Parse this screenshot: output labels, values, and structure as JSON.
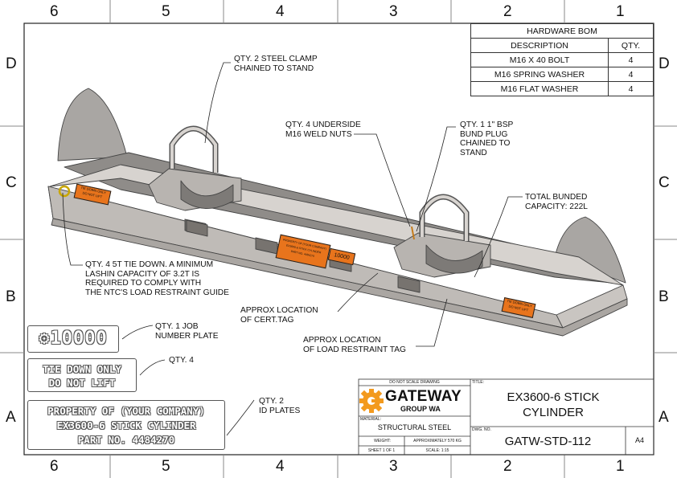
{
  "zones": {
    "top": [
      "6",
      "5",
      "4",
      "3",
      "2",
      "1"
    ],
    "bottom": [
      "6",
      "5",
      "4",
      "3",
      "2",
      "1"
    ],
    "left": [
      "D",
      "C",
      "B",
      "A"
    ],
    "right": [
      "D",
      "C",
      "B",
      "A"
    ]
  },
  "bom": {
    "title": "HARDWARE BOM",
    "headers": [
      "DESCRIPTION",
      "QTY."
    ],
    "rows": [
      {
        "desc": "M16 X 40 BOLT",
        "qty": "4"
      },
      {
        "desc": "M16 SPRING WASHER",
        "qty": "4"
      },
      {
        "desc": "M16 FLAT WASHER",
        "qty": "4"
      }
    ]
  },
  "callouts": {
    "clamp": [
      "QTY. 2 STEEL CLAMP",
      "CHAINED TO STAND"
    ],
    "weld_nuts": [
      "QTY. 4 UNDERSIDE",
      "M16 WELD NUTS"
    ],
    "bsp_plug": [
      "QTY. 1 1\" BSP",
      "BUND PLUG",
      "CHAINED TO",
      "STAND"
    ],
    "bunded": [
      "TOTAL BUNDED",
      "CAPACITY: 222L"
    ],
    "tie_down": [
      "QTY. 4 5T TIE DOWN. A MINIMUM",
      "LASHIN CAPACITY OF 3.2T IS",
      "REQUIRED TO COMPLY WITH",
      "THE NTC'S LOAD RESTRAINT GUIDE"
    ],
    "cert_tag": [
      "APPROX LOCATION",
      "OF CERT.TAG"
    ],
    "restraint_tag": [
      "APPROX LOCATION",
      "OF LOAD RESTRAINT TAG"
    ],
    "job_plate": [
      "QTY. 1 JOB",
      "NUMBER PLATE"
    ],
    "tie_plate_qty": [
      "QTY. 4"
    ],
    "id_plates": [
      "QTY. 2",
      "ID PLATES"
    ]
  },
  "model_labels": {
    "tie_down": [
      "TIE DOWN ONLY",
      "DO NOT LIFT"
    ],
    "property": [
      "PROPERTY OF (YOUR COMPANY)",
      "EX3600-6 STICK CYLINDER",
      "PART NO. 4484270"
    ],
    "job": "10000"
  },
  "plates": {
    "job_number": "10000",
    "tie_down": [
      "TIE DOWN ONLY",
      "DO NOT LIFT"
    ],
    "id": [
      "PROPERTY OF (YOUR COMPANY)",
      "EX3600-6 STICK CYLINDER",
      "PART NO. 4484270"
    ]
  },
  "title_block": {
    "do_not_scale": "DO NOT SCALE DRAWING",
    "company": "GATEWAY",
    "group": "GROUP WA",
    "material_label": "MATERIAL:",
    "material": "STRUCTURAL STEEL",
    "weight_label": "WEIGHT:",
    "weight": "APPROXIMATELY 570 KG",
    "sheet": "SHEET 1 OF 1",
    "scale": "SCALE: 1:15",
    "title_label": "TITLE:",
    "title": [
      "EX3600-6 STICK",
      "CYLINDER"
    ],
    "dwg_label": "DWG. NO.",
    "dwg_no": "GATW-STD-112",
    "size": "A4"
  },
  "colors": {
    "brand_orange": "#f39a1e",
    "tag_orange": "#e8741c",
    "steel": "#cfcbc6"
  }
}
